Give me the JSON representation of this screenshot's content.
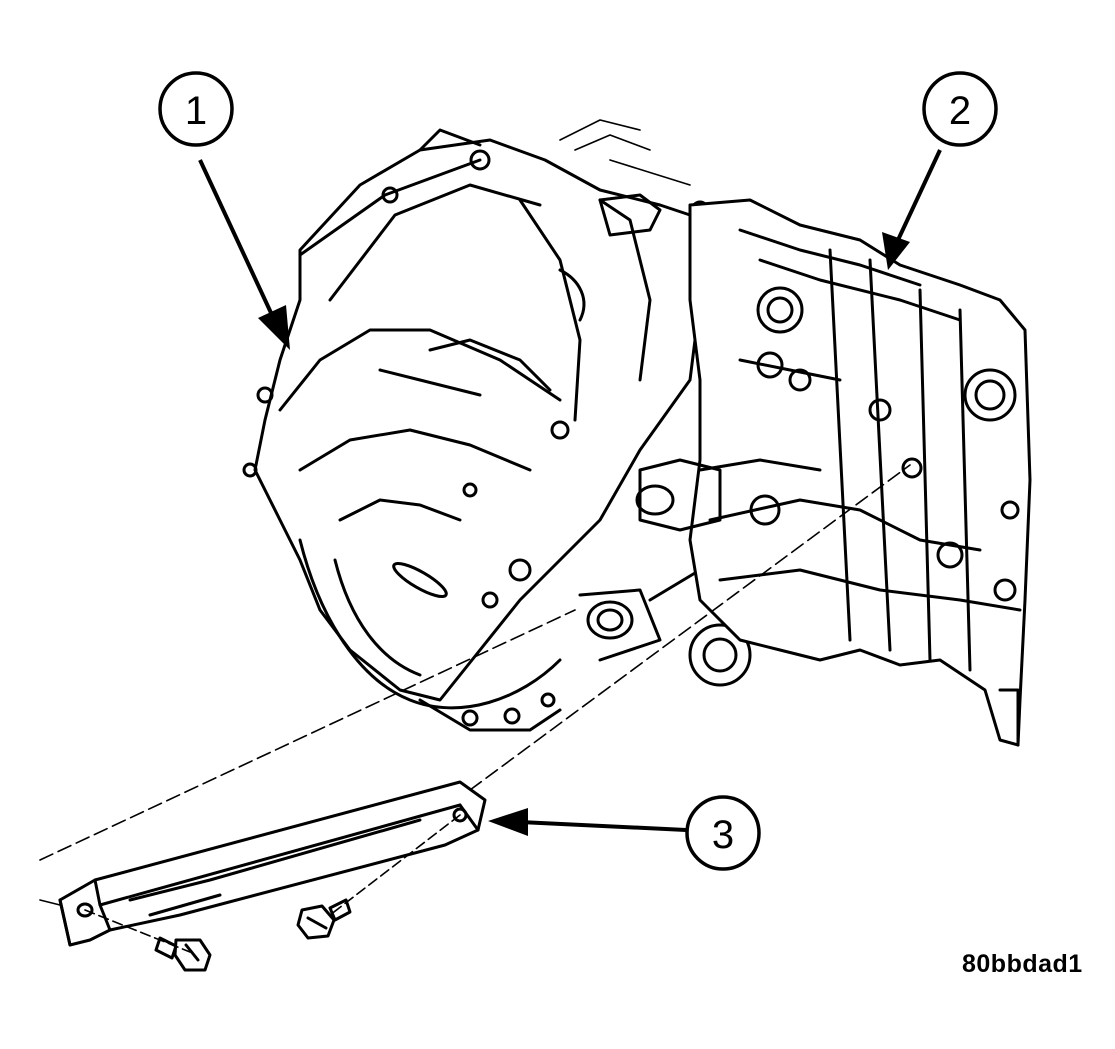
{
  "callouts": [
    {
      "id": "1",
      "label": "1"
    },
    {
      "id": "2",
      "label": "2"
    },
    {
      "id": "3",
      "label": "3"
    }
  ],
  "figure_id": "80bbdad1"
}
